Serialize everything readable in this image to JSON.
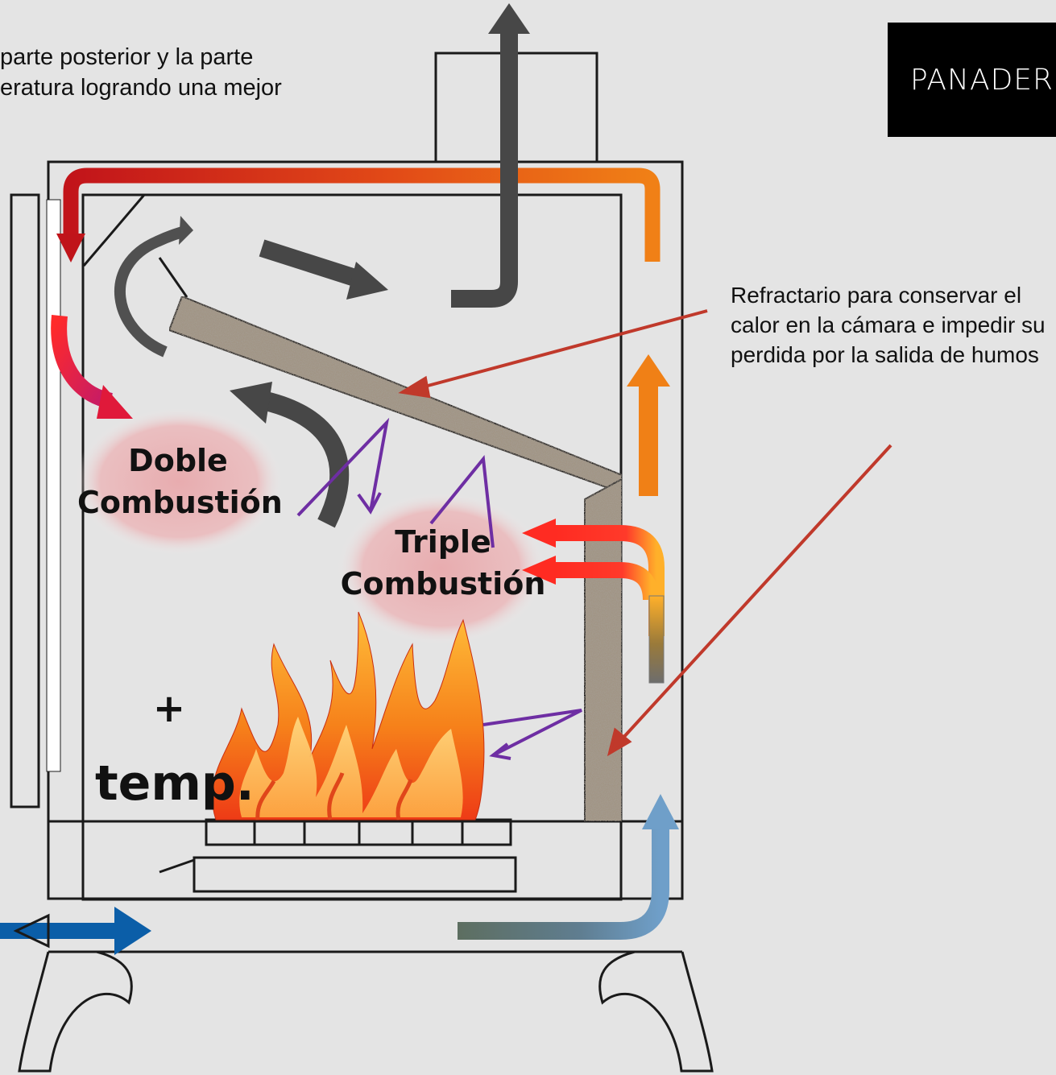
{
  "top_text": {
    "line1": "parte posterior y la parte",
    "line2": "eratura logrando una mejor"
  },
  "brand": {
    "label": "PANADERO",
    "bg_color": "#000000",
    "text_color": "#ffffff"
  },
  "refractory_note": "Refractario para conservar el calor en la cámara e impedir su perdida por la salida de humos",
  "labels": {
    "double_line1": "Doble",
    "double_line2": "Combustión",
    "triple_line1": "Triple",
    "triple_line2": "Combustión",
    "plus": "+",
    "temp": "temp."
  },
  "colors": {
    "background": "#e4e4e4",
    "stove_line": "#1a1a1a",
    "smoke": "#454545",
    "hot_air": "#ef7c13",
    "hot_air_dark": "#c0141a",
    "cold_air": "#0b5ea8",
    "refractory": "#9c8f80",
    "reflection": "#6f2c9c",
    "pointer": "#c0392b",
    "combustion_zone": "#e9b1b3"
  }
}
